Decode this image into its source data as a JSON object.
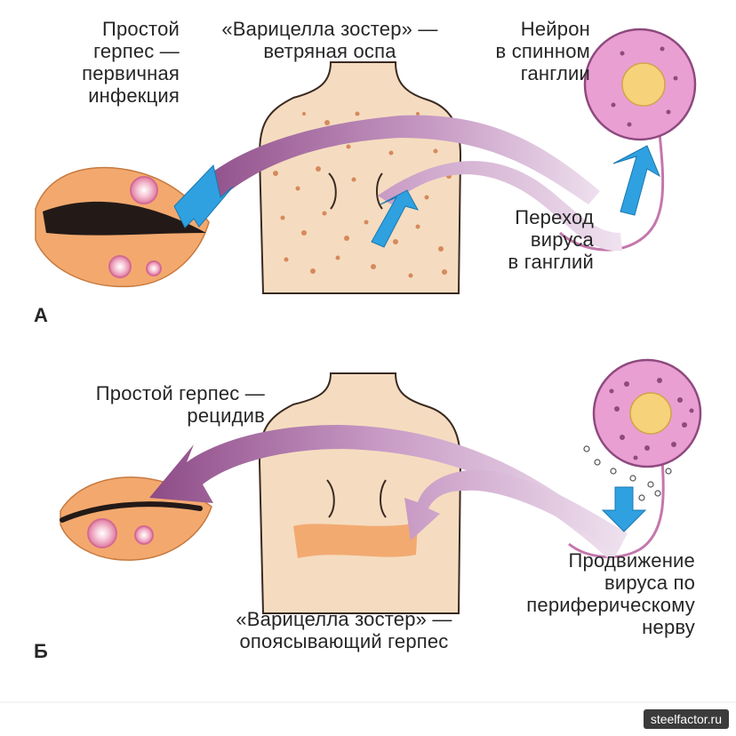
{
  "panel_a": {
    "letter": "А",
    "primary_label": "Простой\nгерпес —\nпервичная\nинфекция",
    "varicella_label": "«Варицелла зостер» — \nветряная оспа",
    "neuron_label": "Нейрон\nв спинном\nганглии",
    "transition_label": "Переход\nвируса\nв ганглий"
  },
  "panel_b": {
    "letter": "Б",
    "relapse_label": "Простой герпес —\nрецидив",
    "movement_label": "Продвижение\nвируса по\nпериферическому\nнерву",
    "shingles_label": "«Варицелла зостер» —\nопоясывающий герпес"
  },
  "watermark": "steelfactor.ru",
  "colors": {
    "skin": "#f3d3b2",
    "lip": "#f0a86d",
    "neuron": "#e58fc8",
    "nucleus": "#f6d27a",
    "arrow_purple": "#a45f9c",
    "arrow_blue": "#3aa6e0",
    "rash": "#d99064",
    "shingles_band": "#f0a66a"
  }
}
